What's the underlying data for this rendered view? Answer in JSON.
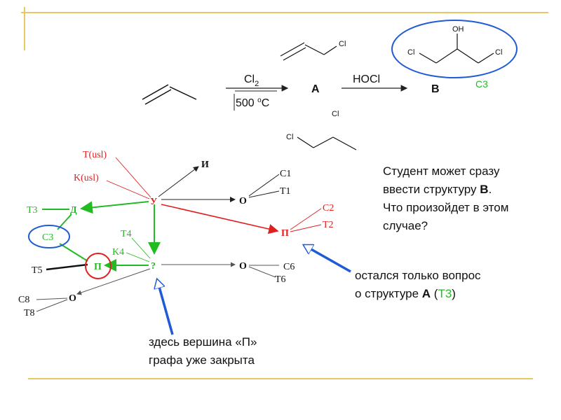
{
  "colors": {
    "green": "#22bb22",
    "red": "#e02020",
    "blue": "#1f5bd6",
    "black": "#222222",
    "gray": "#555555",
    "frame": "#e8c766"
  },
  "reaction": {
    "reagent1_main": "Cl",
    "reagent1_sub": "2",
    "condition_num": "500 ",
    "condition_deg": "o",
    "condition_unit": "C",
    "product_a": "A",
    "reagent2": "HOCl",
    "product_b": "B",
    "label_c3": "C3",
    "struct_a_cl": "Cl",
    "struct_b_oh": "OH",
    "struct_b_cl_left": "Cl",
    "struct_b_cl_right": "Cl",
    "struct_extra_cl_top": "Cl",
    "struct_extra_cl_left": "Cl"
  },
  "graph": {
    "nodes": {
      "u": "У",
      "i": "И",
      "d": "Д",
      "o1": "O",
      "p_red": "П",
      "q": "?",
      "p_green": "П",
      "o2": "O",
      "o3": "O"
    },
    "labels": {
      "t_usl": "T(usl)",
      "k_usl": "K(usl)",
      "t3": "T3",
      "c3": "C3",
      "t4": "T4",
      "k4": "K4",
      "t5": "T5",
      "c1": "C1",
      "t1": "T1",
      "c2": "C2",
      "t2": "T2",
      "c6": "C6",
      "t6": "T6",
      "c8": "C8",
      "t8": "T8"
    }
  },
  "notes": {
    "student": [
      "Студент может сразу",
      "ввести структуру ",
      "B",
      ".",
      "Что произойдет в этом",
      "случае?"
    ],
    "remaining_line1": "остался только вопрос",
    "remaining_prefix": "о структуре ",
    "remaining_bold": "A",
    "remaining_open": " (",
    "remaining_tag": "Т3",
    "remaining_close": ")",
    "closed": [
      "здесь вершина «П»",
      "графа уже закрыта"
    ]
  }
}
